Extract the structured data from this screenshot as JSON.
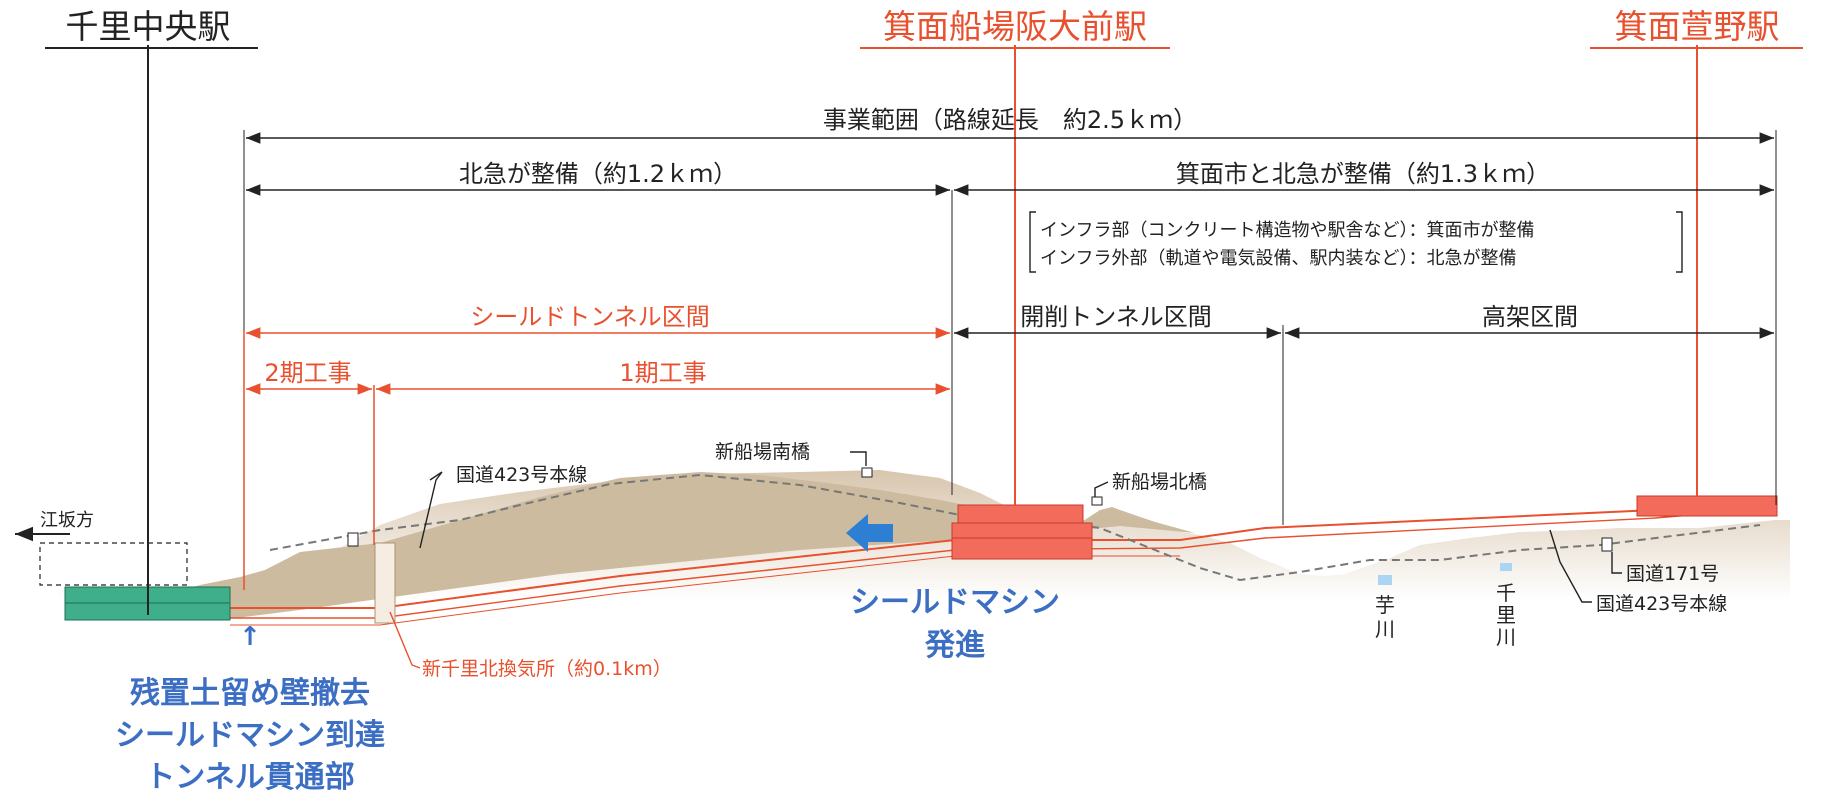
{
  "stations": {
    "senri_chuo": "千里中央駅",
    "mino_semba": "箕面船場阪大前駅",
    "mino_kayano": "箕面萱野駅"
  },
  "spans": {
    "project_range": "事業範囲（路線延長　約2.5ｋｍ）",
    "hokkyu_section": "北急が整備（約1.2ｋｍ）",
    "shared_section": "箕面市と北急が整備（約1.3ｋｍ）",
    "shield_tunnel": "シールドトンネル区間",
    "phase2": "2期工事",
    "phase1": "1期工事",
    "cut_cover_tunnel": "開削トンネル区間",
    "elevated": "高架区間"
  },
  "note": {
    "line1": "インフラ部（コンクリート構造物や駅舎など）：箕面市が整備",
    "line2": "インフラ外部（軌道や電気設備、駅内装など）：北急が整備"
  },
  "labels": {
    "route423_left": "国道423号本線",
    "south_bridge": "新船場南橋",
    "north_bridge": "新船場北橋",
    "esaka": "江坂方",
    "route171": "国道171号",
    "route423_right": "国道423号本線",
    "imogawa": "芋川",
    "senrigawa": "千里川",
    "vent": "新千里北換気所（約0.1km）"
  },
  "callouts": {
    "shield_start_1": "シールドマシン",
    "shield_start_2": "発進",
    "arrow_up": "↑",
    "left_1": "残置土留め壁撤去",
    "left_2": "シールドマシン到達",
    "left_3": "トンネル貫通部"
  },
  "colors": {
    "black": "#222222",
    "red": "#e8502e",
    "station_red": "#f26b5b",
    "blue": "#3c6fc4",
    "ground": "#d8c6ae",
    "hill": "#cdbb9f",
    "green": "#3fae8a"
  }
}
